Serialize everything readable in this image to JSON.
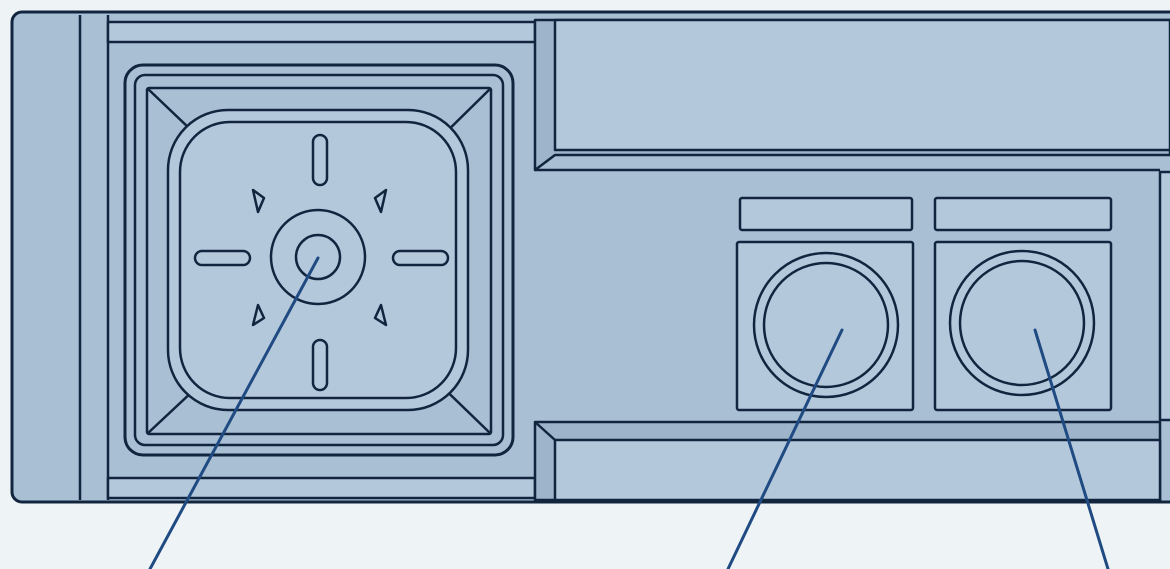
{
  "colors": {
    "panel_fill": "#a9bfd3",
    "outline": "#12253f",
    "pointer_line": "#1f4a82",
    "background": "#eef3f6"
  },
  "components": [
    {
      "name": "directional-pad",
      "icon": "joystick-pad-icon"
    },
    {
      "name": "fire-button-left",
      "icon": "round-button-icon"
    },
    {
      "name": "fire-button-right",
      "icon": "round-button-icon"
    }
  ]
}
